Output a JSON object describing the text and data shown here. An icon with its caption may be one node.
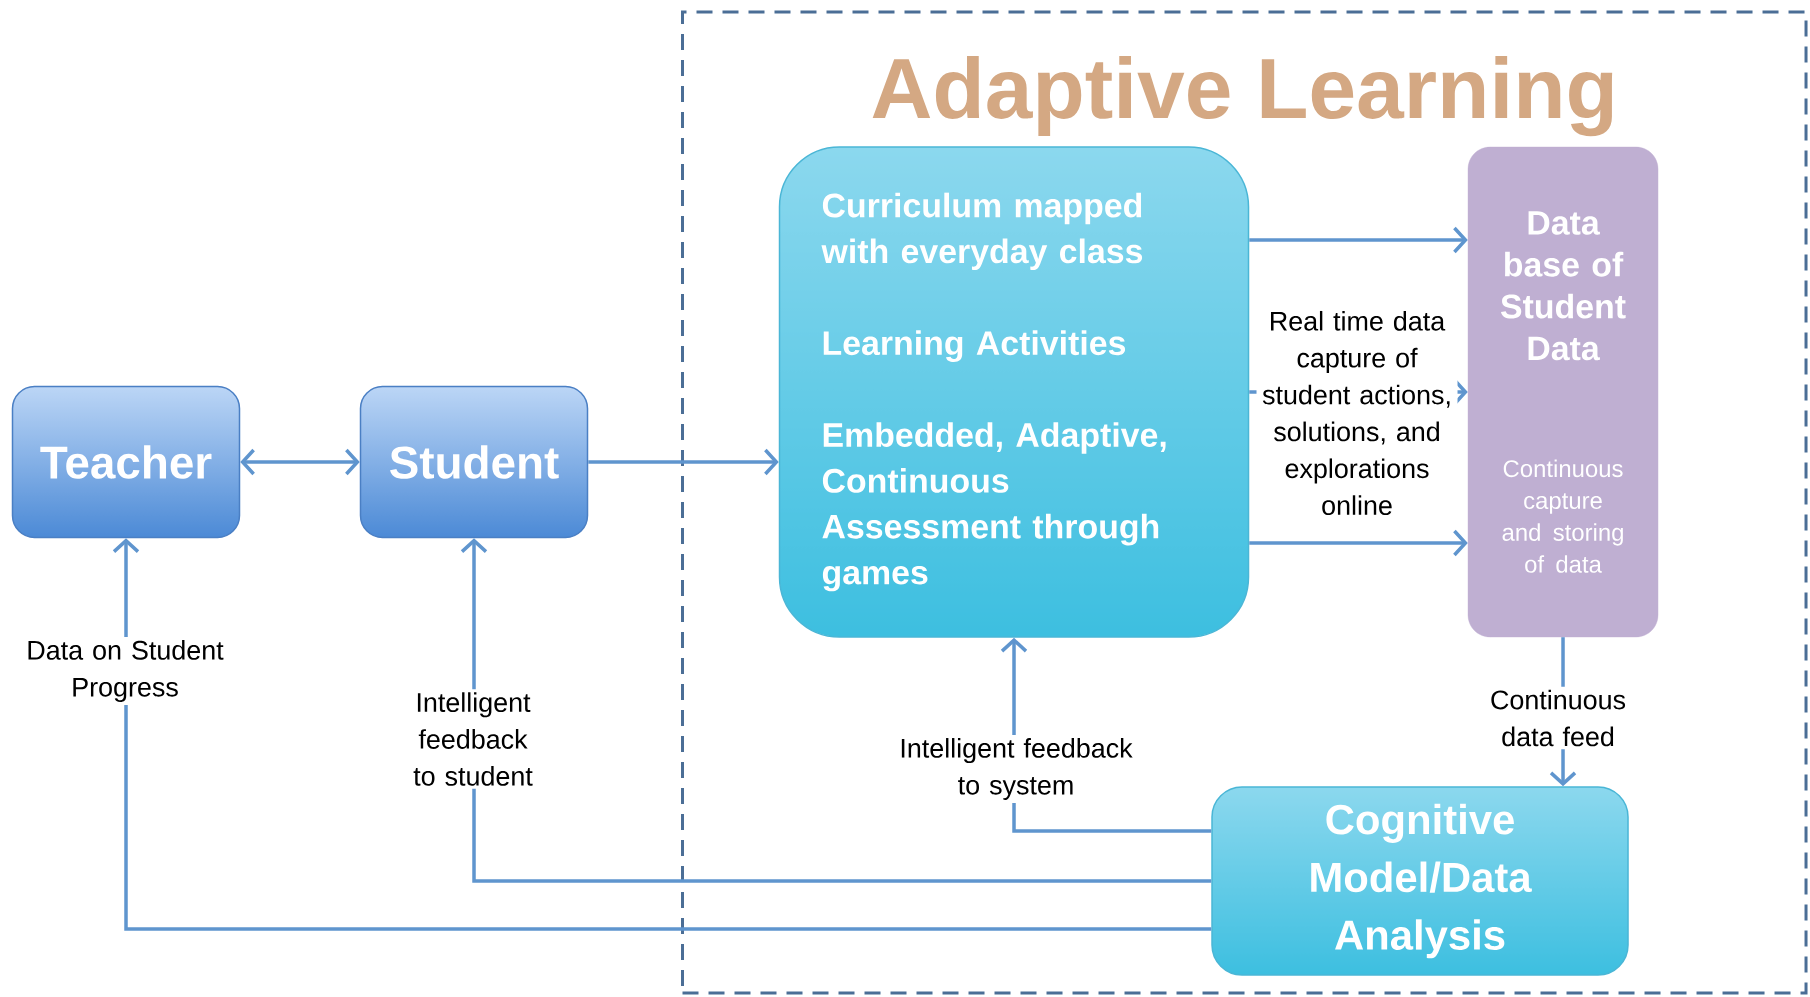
{
  "diagram": {
    "nodes": [
      {
        "text": [
          "Adaptive Learning"
        ]
      },
      {
        "text": [
          "Teacher"
        ]
      },
      {
        "text": [
          "Student"
        ]
      },
      {
        "text": [
          "Curriculum mapped with everyday class",
          "Learning Activities",
          "Embedded, Adaptive, Continuous Assessment through games"
        ],
        "in": 0
      },
      {
        "text": [
          "Data base of Student Data",
          "Continuous capture and storing of data"
        ],
        "in": 0
      },
      {
        "text": [
          "Cognitive Model/Data Analysis"
        ],
        "in": 0
      }
    ],
    "edges": [
      {
        "from": 1,
        "to": 2,
        "arrow": "both"
      },
      {
        "from": 2,
        "to": 3,
        "arrow": "to"
      },
      {
        "from": 3,
        "to": 4,
        "arrow": "to"
      },
      {
        "from": 3,
        "to": 4,
        "arrow": "to",
        "label": "Real time data capture of student actions, solutions, and explorations online"
      },
      {
        "from": 3,
        "to": 4,
        "arrow": "to"
      },
      {
        "from": 4,
        "to": 5,
        "arrow": "to",
        "label": "Continuous data feed"
      },
      {
        "from": 5,
        "to": 3,
        "arrow": "to",
        "label": "Intelligent feedback to system"
      },
      {
        "from": 5,
        "to": 2,
        "arrow": "to",
        "label": "Intelligent feedback to student"
      },
      {
        "from": 5,
        "to": 1,
        "arrow": "to",
        "label": "Data on Student Progress"
      }
    ]
  }
}
